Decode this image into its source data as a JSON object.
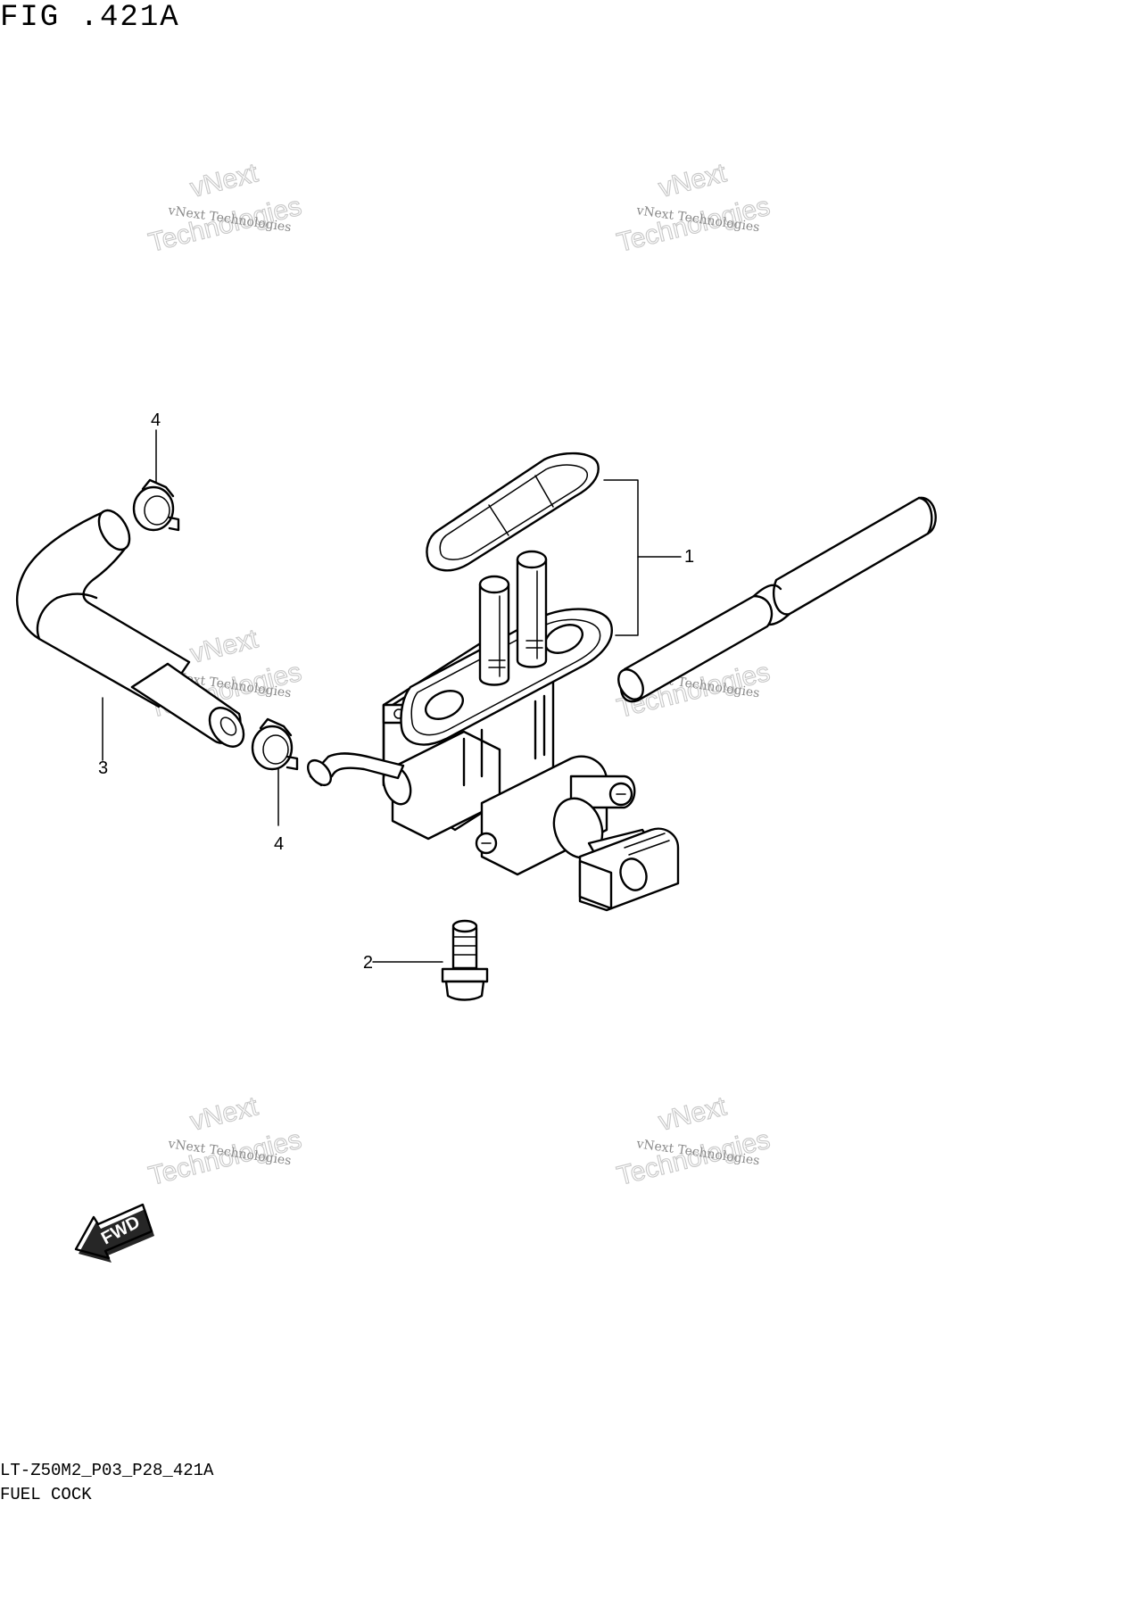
{
  "figure": {
    "title": "FIG .421A",
    "diagram_code": "LT-Z50M2_P03_P28_421A",
    "name": "FUEL COCK"
  },
  "callouts": [
    {
      "number": "1",
      "part": "fuel cock assembly"
    },
    {
      "number": "2",
      "part": "bolt"
    },
    {
      "number": "3",
      "part": "fuel hose"
    },
    {
      "number": "4",
      "part": "hose clamp"
    },
    {
      "number": "4",
      "part": "hose clamp"
    }
  ],
  "direction_marker": "FWD",
  "watermark": {
    "line1": "vNext",
    "line2": "vNext Technologies",
    "line3": "Technologies"
  }
}
